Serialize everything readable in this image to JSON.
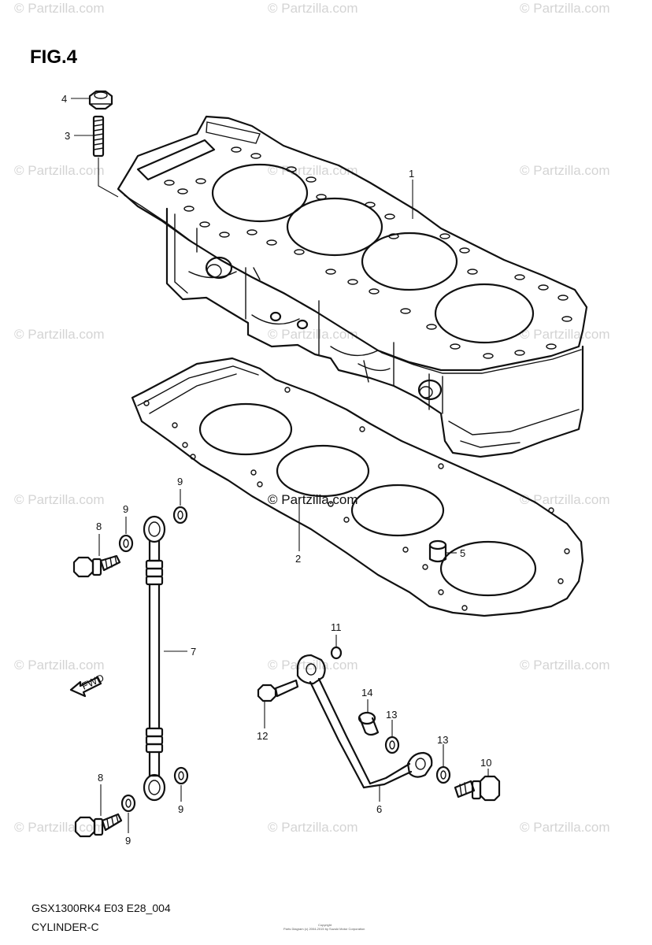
{
  "figure_label": "FIG.4",
  "diagram_code": "GSX1300RK4 E03 E28_004",
  "diagram_title": "CYLINDER-C",
  "watermark_text": "© Partzilla.com",
  "center_watermark_text": "© Partzilla.com",
  "copyright_line1": "Copyright",
  "copyright_line2": "Parts Diagram (c) 2004-2015 by Suzuki Motor Corporation",
  "fwd_label": "FWD",
  "callouts": {
    "c1": "1",
    "c2": "2",
    "c3": "3",
    "c4": "4",
    "c5": "5",
    "c6": "6",
    "c7": "7",
    "c8a": "8",
    "c8b": "8",
    "c9a": "9",
    "c9b": "9",
    "c9c": "9",
    "c9d": "9",
    "c10": "10",
    "c11": "11",
    "c12": "12",
    "c13a": "13",
    "c13b": "13",
    "c14": "14"
  },
  "colors": {
    "line": "#111111",
    "watermark": "#d4d4d4",
    "background": "#ffffff"
  }
}
